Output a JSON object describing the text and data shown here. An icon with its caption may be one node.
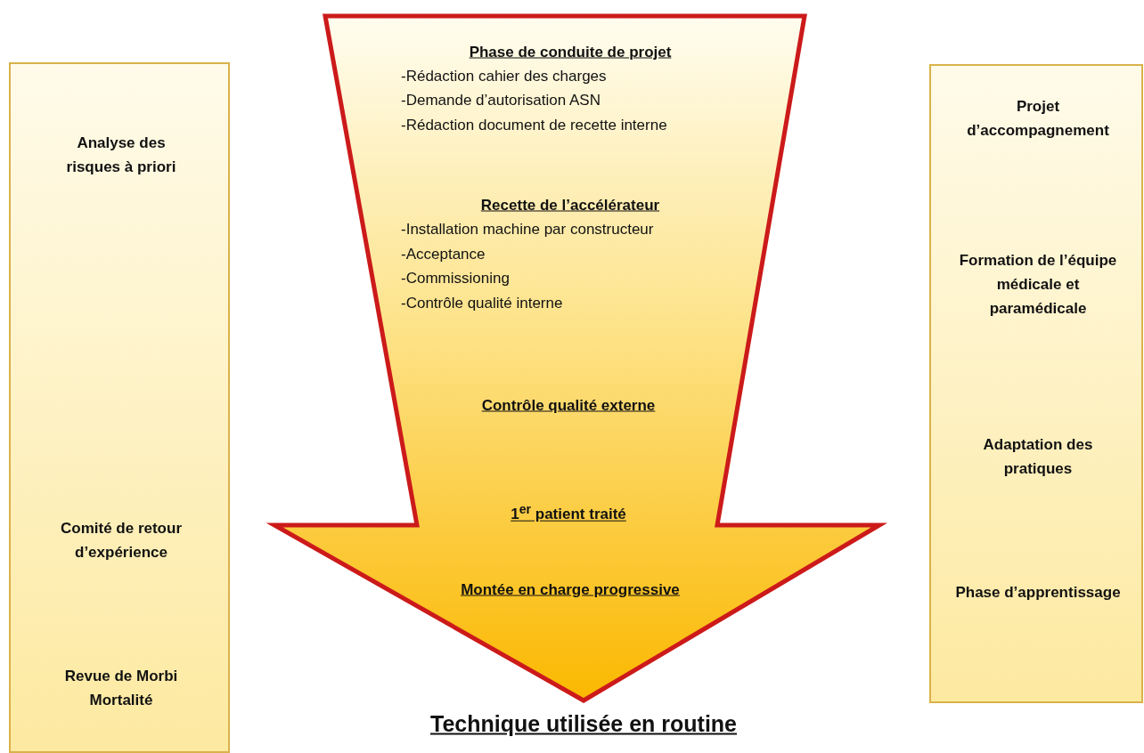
{
  "diagram": {
    "nodes": [
      {
        "text": [
          "Analyse des risques à priori",
          "Comité de retour d’expérience",
          "Revue de Morbi Mortalité"
        ]
      },
      {
        "text": [
          "Phase de conduite de projet",
          "-Rédaction cahier des charges",
          "-Demande d’autorisation ASN",
          "-Rédaction document de recette interne",
          "Recette de l’accélérateur",
          "-Installation machine par constructeur",
          "-Acceptance",
          "-Commissioning",
          "-Contrôle qualité interne",
          "Contrôle qualité externe",
          "1$^{er}$ patient traité",
          "Montée en charge progressive"
        ],
        "beside": [
          "Technique utilisée en routine"
        ]
      },
      {
        "text": [
          "Projet d’accompagnement",
          "Formation de l’équipe médicale et paramédicale",
          "Adaptation des pratiques",
          "Phase d’apprentissage"
        ]
      }
    ]
  }
}
